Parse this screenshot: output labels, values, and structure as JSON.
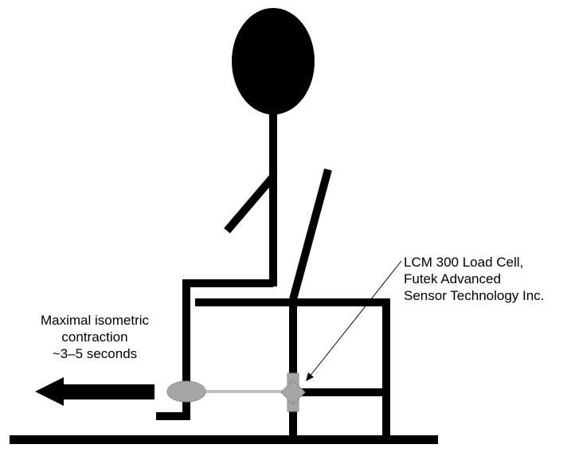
{
  "callout": {
    "line1": "LCM 300 Load Cell,",
    "line2": "Futek Advanced",
    "line3": "Sensor Technology Inc."
  },
  "contraction": {
    "line1": "Maximal isometric",
    "line2": "contraction",
    "line3": "~3–5 seconds"
  },
  "colors": {
    "figure": "#000000",
    "ankle_cuff": "#a6a6a6",
    "strap": "#bfbfbf",
    "load_cell": "#a6a6a6"
  }
}
